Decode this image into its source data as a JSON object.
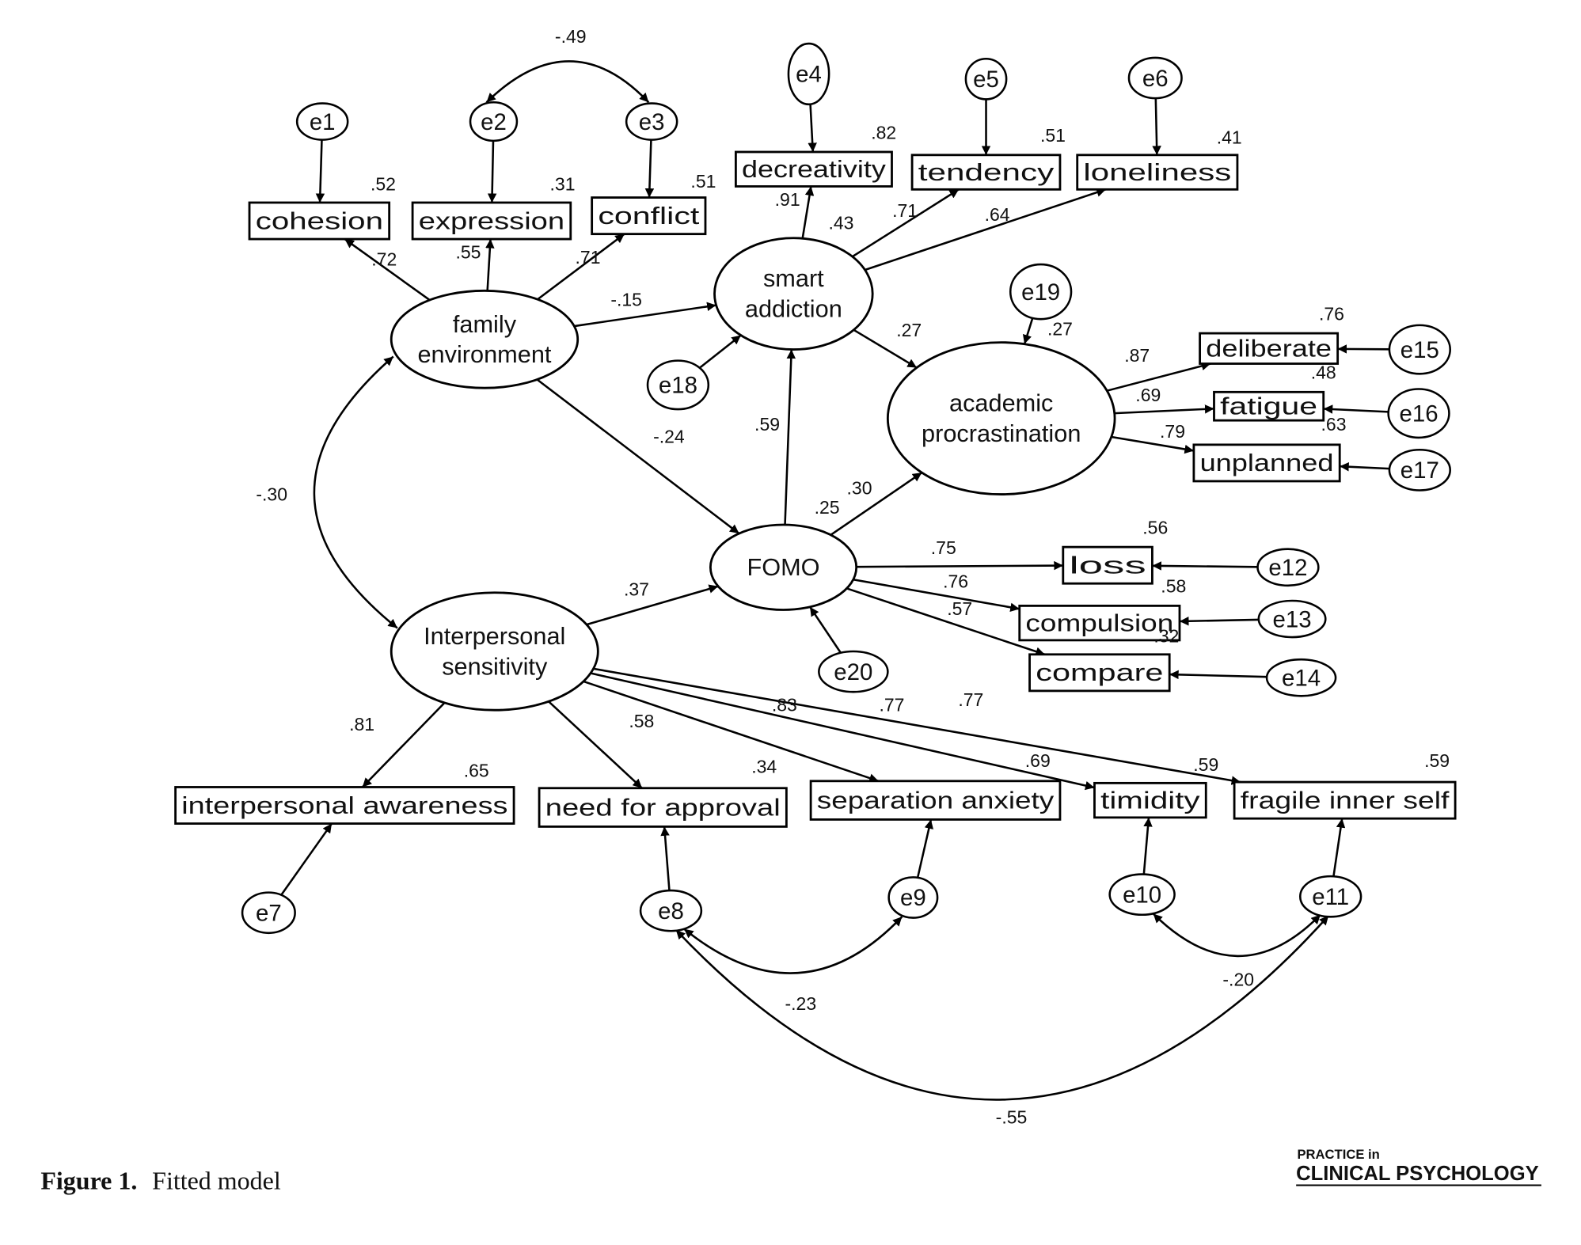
{
  "diagram": {
    "latents": [
      {
        "id": "fam",
        "lines": [
          "family",
          "environment"
        ]
      },
      {
        "id": "smart",
        "lines": [
          "smart",
          "addiction"
        ]
      },
      {
        "id": "acad",
        "lines": [
          "academic",
          "procrastination"
        ]
      },
      {
        "id": "fomo",
        "lines": [
          "FOMO"
        ]
      },
      {
        "id": "is",
        "lines": [
          "Interpersonal",
          "sensitivity"
        ]
      }
    ],
    "observed": [
      {
        "id": "cohesion",
        "label": "cohesion"
      },
      {
        "id": "expression",
        "label": "expression"
      },
      {
        "id": "conflict",
        "label": "conflict"
      },
      {
        "id": "decreativity",
        "label": "decreativity"
      },
      {
        "id": "tendency",
        "label": "tendency"
      },
      {
        "id": "loneliness",
        "label": "loneliness"
      },
      {
        "id": "deliberate",
        "label": "deliberate"
      },
      {
        "id": "fatigue",
        "label": "fatigue"
      },
      {
        "id": "unplanned",
        "label": "unplanned"
      },
      {
        "id": "loss",
        "label": "loss"
      },
      {
        "id": "compulsion",
        "label": "compulsion"
      },
      {
        "id": "compare",
        "label": "compare"
      },
      {
        "id": "ia",
        "label": "interpersonal awareness"
      },
      {
        "id": "need",
        "label": "need for approval"
      },
      {
        "id": "sep",
        "label": "separation anxiety"
      },
      {
        "id": "timidity",
        "label": "timidity"
      },
      {
        "id": "fragile",
        "label": "fragile inner self"
      }
    ],
    "errors": [
      {
        "id": "e1",
        "label": "e1",
        "target": "cohesion"
      },
      {
        "id": "e2",
        "label": "e2",
        "target": "expression"
      },
      {
        "id": "e3",
        "label": "e3",
        "target": "conflict"
      },
      {
        "id": "e4",
        "label": "e4",
        "target": "decreativity"
      },
      {
        "id": "e5",
        "label": "e5",
        "target": "tendency"
      },
      {
        "id": "e6",
        "label": "e6",
        "target": "loneliness"
      },
      {
        "id": "e7",
        "label": "e7",
        "target": "ia"
      },
      {
        "id": "e8",
        "label": "e8",
        "target": "need"
      },
      {
        "id": "e9",
        "label": "e9",
        "target": "sep"
      },
      {
        "id": "e10",
        "label": "e10",
        "target": "timidity"
      },
      {
        "id": "e11",
        "label": "e11",
        "target": "fragile"
      },
      {
        "id": "e12",
        "label": "e12",
        "target": "loss"
      },
      {
        "id": "e13",
        "label": "e13",
        "target": "compulsion"
      },
      {
        "id": "e14",
        "label": "e14",
        "target": "compare"
      },
      {
        "id": "e15",
        "label": "e15",
        "target": "deliberate"
      },
      {
        "id": "e16",
        "label": "e16",
        "target": "fatigue"
      },
      {
        "id": "e17",
        "label": "e17",
        "target": "unplanned"
      },
      {
        "id": "e18",
        "label": "e18",
        "target": "smart"
      },
      {
        "id": "e19",
        "label": "e19",
        "target": "acad"
      },
      {
        "id": "e20",
        "label": "e20",
        "target": "fomo"
      }
    ],
    "paths": [
      {
        "from": "fam",
        "to": "cohesion",
        "coef": ".72"
      },
      {
        "from": "fam",
        "to": "expression",
        "coef": ".55"
      },
      {
        "from": "fam",
        "to": "conflict",
        "coef": ".71"
      },
      {
        "from": "fam",
        "to": "smart",
        "coef": "-.15"
      },
      {
        "from": "fam",
        "to": "fomo",
        "coef": "-.24"
      },
      {
        "from": "smart",
        "to": "decreativity",
        "coef": ".91"
      },
      {
        "from": "smart",
        "to": "tendency",
        "coef": ".71"
      },
      {
        "from": "smart",
        "to": "loneliness",
        "coef": ".64"
      },
      {
        "from": "smart",
        "to": "acad",
        "coef": ".27"
      },
      {
        "from": "fomo",
        "to": "smart",
        "coef": ".59"
      },
      {
        "from": "fomo",
        "to": "acad",
        "coef": ".30"
      },
      {
        "from": "is",
        "to": "fomo",
        "coef": ".37"
      },
      {
        "from": "fomo",
        "to": "loss",
        "coef": ".75"
      },
      {
        "from": "fomo",
        "to": "compulsion",
        "coef": ".76"
      },
      {
        "from": "fomo",
        "to": "compare",
        "coef": ".57"
      },
      {
        "from": "acad",
        "to": "deliberate",
        "coef": ".87"
      },
      {
        "from": "acad",
        "to": "fatigue",
        "coef": ".69"
      },
      {
        "from": "acad",
        "to": "unplanned",
        "coef": ".79"
      },
      {
        "from": "is",
        "to": "ia",
        "coef": ".81"
      },
      {
        "from": "is",
        "to": "need",
        "coef": ".58"
      },
      {
        "from": "is",
        "to": "sep",
        "coef": ".83"
      },
      {
        "from": "is",
        "to": "timidity",
        "coef": ".77"
      },
      {
        "from": "is",
        "to": "fragile",
        "coef": ".77"
      }
    ],
    "r_squared": [
      {
        "node": "cohesion",
        "value": ".52"
      },
      {
        "node": "expression",
        "value": ".31"
      },
      {
        "node": "conflict",
        "value": ".51"
      },
      {
        "node": "decreativity",
        "value": ".82"
      },
      {
        "node": "tendency",
        "value": ".51"
      },
      {
        "node": "loneliness",
        "value": ".41"
      },
      {
        "node": "smart",
        "value": ".43"
      },
      {
        "node": "acad",
        "value": ".27"
      },
      {
        "node": "deliberate",
        "value": ".76"
      },
      {
        "node": "fatigue",
        "value": ".48"
      },
      {
        "node": "unplanned",
        "value": ".63"
      },
      {
        "node": "fomo",
        "value": ".25"
      },
      {
        "node": "loss",
        "value": ".56"
      },
      {
        "node": "compulsion",
        "value": ".58"
      },
      {
        "node": "compare",
        "value": ".32"
      },
      {
        "node": "ia",
        "value": ".65"
      },
      {
        "node": "need",
        "value": ".34"
      },
      {
        "node": "sep",
        "value": ".69"
      },
      {
        "node": "timidity",
        "value": ".59"
      },
      {
        "node": "fragile",
        "value": ".59"
      }
    ],
    "covariances": [
      {
        "a": "e2",
        "b": "e3",
        "coef": "-.49"
      },
      {
        "a": "fam",
        "b": "is",
        "coef": "-.30"
      },
      {
        "a": "e8",
        "b": "e9",
        "coef": "-.23"
      },
      {
        "a": "e10",
        "b": "e11",
        "coef": "-.20"
      },
      {
        "a": "e8",
        "b": "e11",
        "coef": "-.55"
      }
    ]
  },
  "caption": {
    "label": "Figure 1.",
    "text": "Fitted model"
  },
  "logo": {
    "line1": "PRACTICE in",
    "line2": "CLINICAL PSYCHOLOGY"
  }
}
